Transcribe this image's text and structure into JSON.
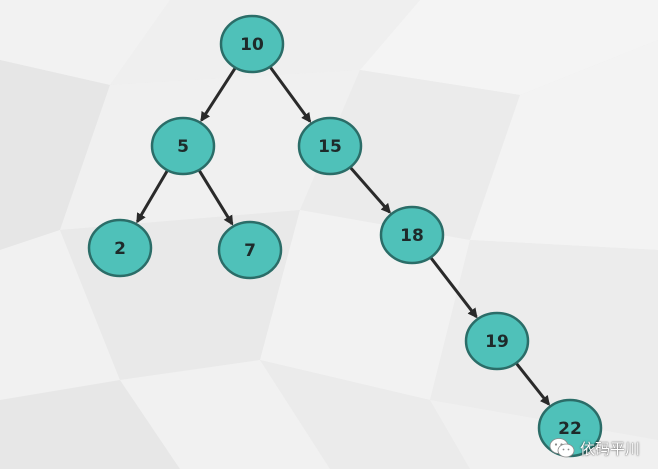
{
  "diagram": {
    "type": "binary-search-tree",
    "nodes": [
      {
        "id": "n10",
        "label": "10"
      },
      {
        "id": "n5",
        "label": "5"
      },
      {
        "id": "n15",
        "label": "15"
      },
      {
        "id": "n2",
        "label": "2"
      },
      {
        "id": "n7",
        "label": "7"
      },
      {
        "id": "n18",
        "label": "18"
      },
      {
        "id": "n19",
        "label": "19"
      },
      {
        "id": "n22",
        "label": "22"
      }
    ],
    "edges": [
      {
        "from": "n10",
        "to": "n5"
      },
      {
        "from": "n10",
        "to": "n15"
      },
      {
        "from": "n5",
        "to": "n2"
      },
      {
        "from": "n5",
        "to": "n7"
      },
      {
        "from": "n15",
        "to": "n18"
      },
      {
        "from": "n18",
        "to": "n19"
      },
      {
        "from": "n19",
        "to": "n22"
      }
    ]
  },
  "colors": {
    "node_fill": "#4fc1b9",
    "node_stroke": "#2b6d68",
    "edge": "#2a2a2a",
    "label": "#1e2a2a"
  },
  "watermark": {
    "icon": "wechat-icon",
    "text": "依码平川"
  }
}
